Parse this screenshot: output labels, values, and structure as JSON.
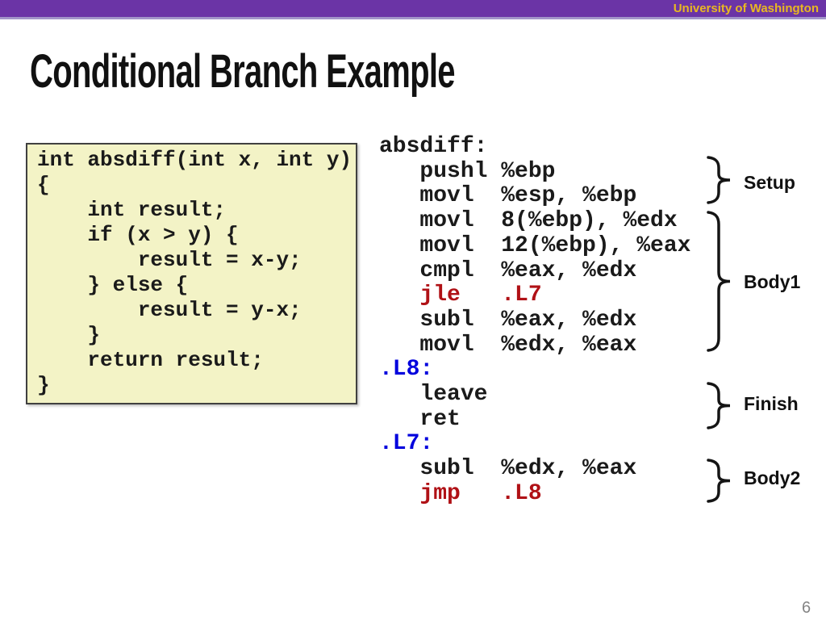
{
  "header": {
    "institution": "University of Washington",
    "bar_color": "#6b34a6",
    "bar_underline_color": "#a295c9",
    "text_color": "#e9b821"
  },
  "title": "Conditional Branch Example",
  "c_code": {
    "text": "int absdiff(int x, int y)\n{\n    int result;\n    if (x > y) {\n        result = x-y;\n    } else {\n        result = y-x;\n    }\n    return result;\n}",
    "background": "#f3f3c6",
    "border_color": "#404040"
  },
  "assembly": {
    "lines": [
      {
        "text": "absdiff:",
        "color": "#1a1a1a"
      },
      {
        "text": "   pushl %ebp",
        "color": "#1a1a1a"
      },
      {
        "text": "   movl  %esp, %ebp",
        "color": "#1a1a1a"
      },
      {
        "text": "   movl  8(%ebp), %edx",
        "color": "#1a1a1a"
      },
      {
        "text": "   movl  12(%ebp), %eax",
        "color": "#1a1a1a"
      },
      {
        "text": "   cmpl  %eax, %edx",
        "color": "#1a1a1a"
      },
      {
        "text": "   jle   .L7",
        "color": "#b01116"
      },
      {
        "text": "   subl  %eax, %edx",
        "color": "#1a1a1a"
      },
      {
        "text": "   movl  %edx, %eax",
        "color": "#1a1a1a"
      },
      {
        "text": ".L8:",
        "color": "#0000dd"
      },
      {
        "text": "   leave",
        "color": "#1a1a1a"
      },
      {
        "text": "   ret",
        "color": "#1a1a1a"
      },
      {
        "text": ".L7:",
        "color": "#0000dd"
      },
      {
        "text": "   subl  %edx, %eax",
        "color": "#1a1a1a"
      },
      {
        "text": "   jmp   .L8",
        "color": "#b01116"
      }
    ],
    "jump_color": "#b01116",
    "label_color": "#0000dd"
  },
  "annotations": [
    {
      "label": "Setup"
    },
    {
      "label": "Body1"
    },
    {
      "label": "Finish"
    },
    {
      "label": "Body2"
    }
  ],
  "page_number": "6"
}
